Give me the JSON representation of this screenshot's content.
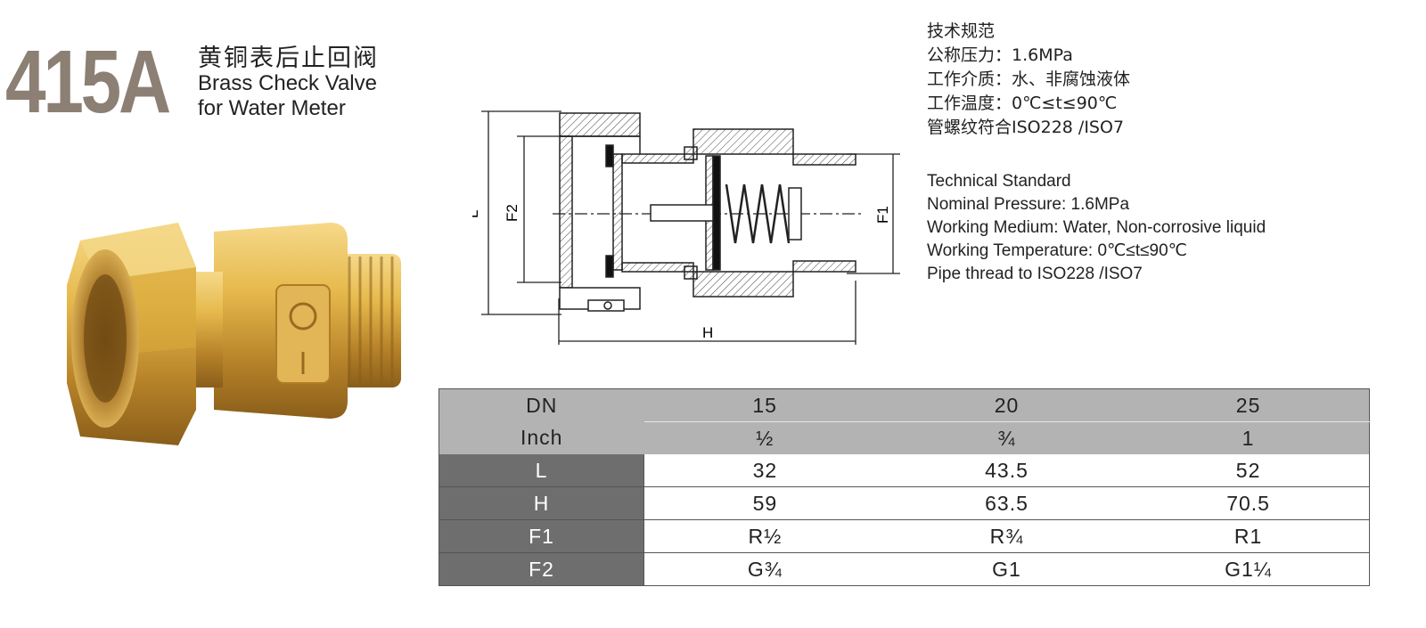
{
  "header": {
    "model": "415A",
    "title_cn": "黄铜表后止回阀",
    "title_en_line1": "Brass Check Valve",
    "title_en_line2": "for  Water Meter"
  },
  "drawing_labels": {
    "L": "L",
    "F2": "F2",
    "F1": "F1",
    "H": "H"
  },
  "spec_cn": [
    "技术规范",
    "公称压力：1.6MPa",
    "工作介质：水、非腐蚀液体",
    "工作温度：0℃≤t≤90℃",
    "管螺纹符合ISO228 /ISO7"
  ],
  "spec_en": [
    "Technical Standard",
    "Nominal Pressure:  1.6MPa",
    "Working Medium:  Water, Non-corrosive liquid",
    "Working Temperature:  0℃≤t≤90℃",
    "Pipe thread to ISO228 /ISO7"
  ],
  "table": {
    "header_rows": [
      {
        "label": "DN",
        "values": [
          "15",
          "20",
          "25"
        ]
      },
      {
        "label": "Inch",
        "values": [
          "½",
          "¾",
          "1"
        ]
      }
    ],
    "rows": [
      {
        "label": "L",
        "values": [
          "32",
          "43.5",
          "52"
        ]
      },
      {
        "label": "H",
        "values": [
          "59",
          "63.5",
          "70.5"
        ]
      },
      {
        "label": "F1",
        "values": [
          "R½",
          "R¾",
          "R1"
        ]
      },
      {
        "label": "F2",
        "values": [
          "G¾",
          "G1",
          "G1¼"
        ]
      }
    ]
  },
  "colors": {
    "model_number": "#8c7f73",
    "brass": "#d9a93a",
    "header_gray": "#b3b3b3",
    "label_dark_gray": "#6e6e6e"
  }
}
